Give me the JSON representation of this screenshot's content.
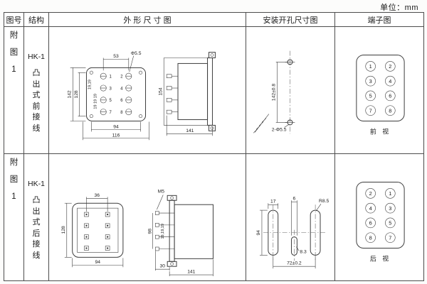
{
  "page": {
    "unit": "单位：mm"
  },
  "headers": {
    "figure": "图号",
    "structure": "结构",
    "outline": "外 形 尺 寸 图",
    "install": "安装开孔尺寸图",
    "terminal": "端子图"
  },
  "row1": {
    "figure": "附\n图\n1",
    "model": "HK-1",
    "structure": "凸\n出\n式\n前\n接\n线",
    "outline": {
      "terminals": [
        "1",
        "2",
        "3",
        "4",
        "5",
        "6",
        "7",
        "8"
      ],
      "dims": {
        "top_span": "53",
        "screw_dia": "Φ5.5",
        "height_overall": "142",
        "height_holes": "128",
        "row_gap_a": "19,19",
        "row_gap_b": "19 19 19",
        "width_holes": "94",
        "width_overall": "116",
        "side_height": "154",
        "depth": "141"
      }
    },
    "install": {
      "hole_span": "142±0.8",
      "holes": "2-Φ5.5"
    },
    "terminal": {
      "left": [
        "1",
        "3",
        "5",
        "7"
      ],
      "right": [
        "2",
        "4",
        "6",
        "8"
      ],
      "view": "前 视"
    }
  },
  "row2": {
    "figure": "附\n图\n1",
    "model": "HK-1",
    "structure": "凸\n出\n式\n后\n接\n线",
    "outline": {
      "dims": {
        "top_span": "36",
        "thread": "M5",
        "height_overall": "128",
        "side_height": "98",
        "row_gaps": "19,19,19",
        "width": "94",
        "stud_len": "30",
        "depth": "141"
      }
    },
    "install": {
      "slot_width": "17",
      "center_width": "6",
      "slot_radius": "R8.5",
      "slot_height": "94",
      "center_dia": "8.3",
      "slot_span": "72±0.2"
    },
    "terminal": {
      "left": [
        "2",
        "4",
        "6",
        "8"
      ],
      "right": [
        "1",
        "3",
        "5",
        "7"
      ],
      "view": "后 视"
    }
  }
}
